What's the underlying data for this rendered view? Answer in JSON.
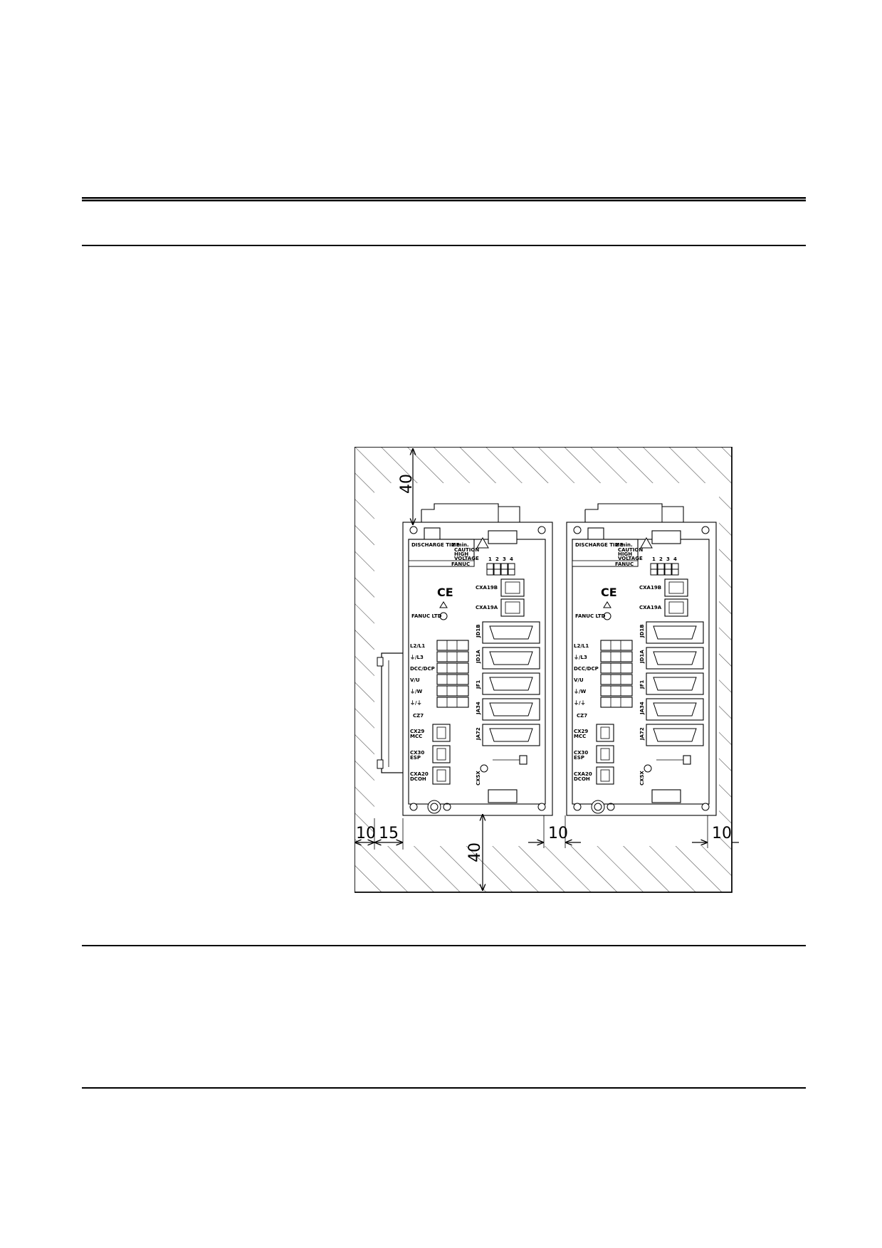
{
  "diagram": {
    "dimensions": {
      "top_clearance": "40",
      "bottom_clearance": "40",
      "left_wall_gap": "10",
      "left_module_gap": "15",
      "between_gap": "10",
      "right_gap": "10"
    },
    "module": {
      "discharge": "DISCHARGE TIME",
      "discharge_time": "2 min.",
      "caution": "CAUTION",
      "high": "HIGH",
      "voltage": "VOLTAGE",
      "brand": "FANUC",
      "company": "FANUC LTD",
      "ce_mark": "CE",
      "switch_numbers": [
        "1",
        "2",
        "3",
        "4"
      ],
      "signal_connectors": [
        "CXA19B",
        "CXA19A"
      ],
      "side_connectors": [
        "JD1B",
        "JD1A",
        "JF1",
        "JA34",
        "JA72",
        "CX5X"
      ],
      "power_terminals": [
        "L2/L1",
        "⏚/L3",
        "DCC/DCP",
        "V/U",
        "⏚/W",
        "⏚/⏚"
      ],
      "terminal_block": "CZ7",
      "aux_connectors": [
        {
          "name": "CX29",
          "sub": "MCC"
        },
        {
          "name": "CX30",
          "sub": "ESP"
        },
        {
          "name": "CXA20",
          "sub": "DCOH"
        }
      ]
    }
  }
}
